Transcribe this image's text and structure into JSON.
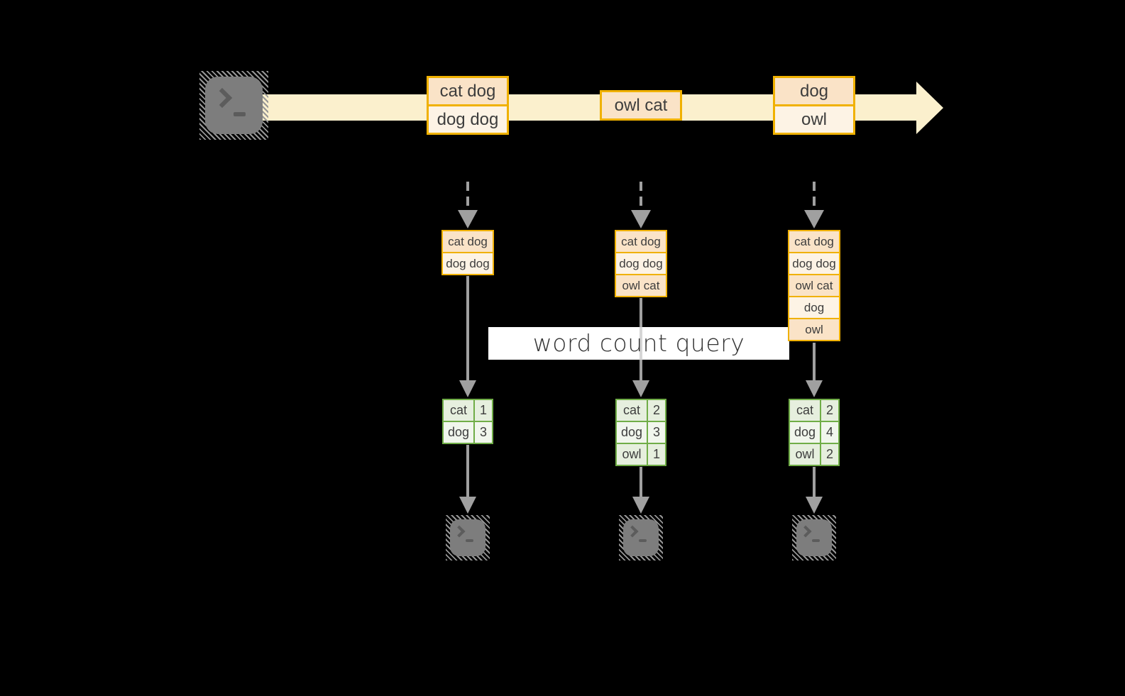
{
  "query_label": "word count query",
  "stream": {
    "records": [
      {
        "lines": [
          "cat dog",
          "dog dog"
        ]
      },
      {
        "lines": [
          "owl cat"
        ]
      },
      {
        "lines": [
          "dog",
          "owl"
        ]
      }
    ]
  },
  "columns": [
    {
      "input_rows": [
        "cat dog",
        "dog dog"
      ],
      "counts": [
        {
          "word": "cat",
          "count": "1"
        },
        {
          "word": "dog",
          "count": "3"
        }
      ]
    },
    {
      "input_rows": [
        "cat dog",
        "dog dog",
        "owl cat"
      ],
      "counts": [
        {
          "word": "cat",
          "count": "2"
        },
        {
          "word": "dog",
          "count": "3"
        },
        {
          "word": "owl",
          "count": "1"
        }
      ]
    },
    {
      "input_rows": [
        "cat dog",
        "dog dog",
        "owl cat",
        "dog",
        "owl"
      ],
      "counts": [
        {
          "word": "cat",
          "count": "2"
        },
        {
          "word": "dog",
          "count": "4"
        },
        {
          "word": "owl",
          "count": "2"
        }
      ]
    }
  ],
  "icons": {
    "source": "terminal-icon",
    "sinks": [
      "terminal-icon",
      "terminal-icon",
      "terminal-icon"
    ]
  },
  "colors": {
    "background": "#000000",
    "stream_fill": "#fbf0cd",
    "record_border": "#f0b100",
    "record_fill_dark": "#fae3c7",
    "record_fill_light": "#fdf3e5",
    "table_border": "#70ad47",
    "table_fill_dark": "#e6efde",
    "table_fill_light": "#f1f6ed",
    "arrow_gray": "#a0a0a0",
    "terminal_gray": "#7d7d7d",
    "query_box_bg": "#ffffff",
    "text": "#3d3d3d"
  }
}
